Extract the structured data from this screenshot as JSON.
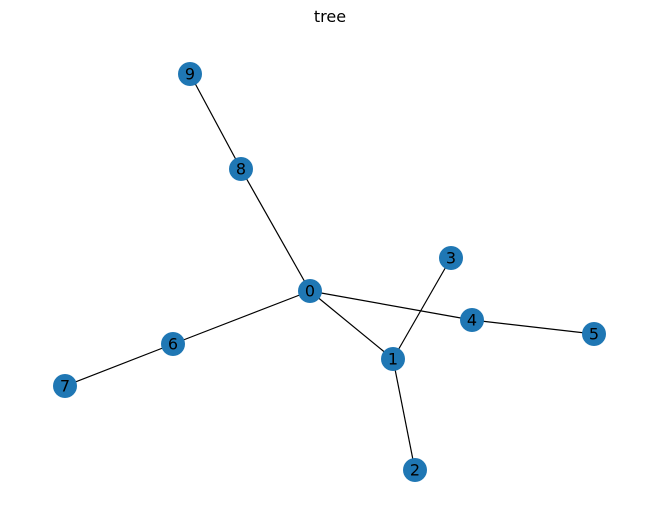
{
  "title": "tree",
  "colors": {
    "node_fill": "#1f77b4",
    "edge": "#000000",
    "label": "#000000",
    "background": "#ffffff"
  },
  "nodes": [
    {
      "id": "0",
      "label": "0"
    },
    {
      "id": "1",
      "label": "1"
    },
    {
      "id": "2",
      "label": "2"
    },
    {
      "id": "3",
      "label": "3"
    },
    {
      "id": "4",
      "label": "4"
    },
    {
      "id": "5",
      "label": "5"
    },
    {
      "id": "6",
      "label": "6"
    },
    {
      "id": "7",
      "label": "7"
    },
    {
      "id": "8",
      "label": "8"
    },
    {
      "id": "9",
      "label": "9"
    }
  ],
  "edges": [
    [
      "0",
      "8"
    ],
    [
      "8",
      "9"
    ],
    [
      "0",
      "6"
    ],
    [
      "6",
      "7"
    ],
    [
      "0",
      "1"
    ],
    [
      "1",
      "3"
    ],
    [
      "1",
      "2"
    ],
    [
      "0",
      "4"
    ],
    [
      "4",
      "5"
    ]
  ]
}
